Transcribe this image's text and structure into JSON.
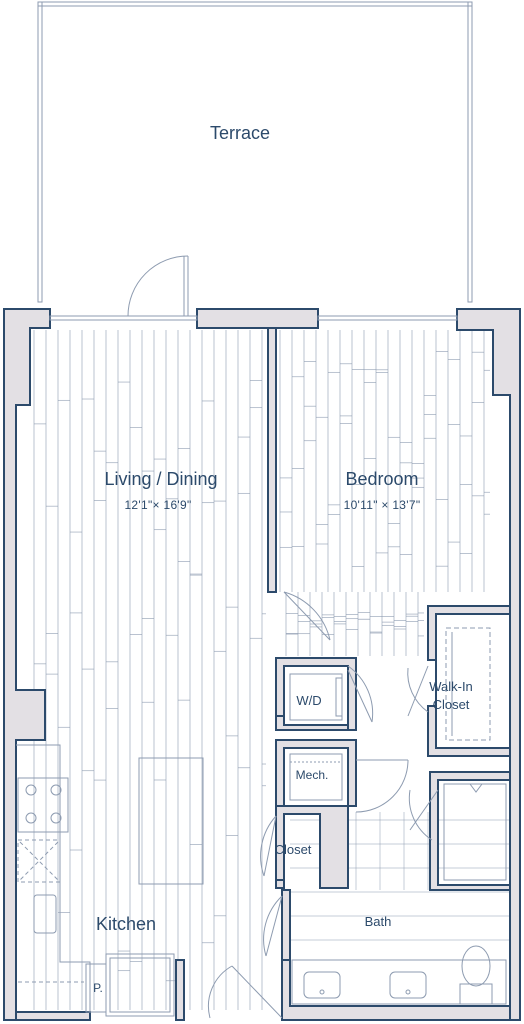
{
  "rooms": {
    "terrace": {
      "name": "Terrace"
    },
    "living": {
      "name": "Living / Dining",
      "dims": "12'1\"× 16'9\""
    },
    "bedroom": {
      "name": "Bedroom",
      "dims": "10'11\" × 13'7\""
    },
    "wd": {
      "name": "W/D"
    },
    "walkin_line1": {
      "name": "Walk-In"
    },
    "walkin_line2": {
      "name": "Closet"
    },
    "mech": {
      "name": "Mech."
    },
    "closet": {
      "name": "Closet"
    },
    "bath": {
      "name": "Bath"
    },
    "kitchen": {
      "name": "Kitchen"
    },
    "pantry": {
      "name": "P."
    }
  },
  "colors": {
    "wall_fill": "#e3e0e4",
    "wall_stroke": "#2c4a6b",
    "line": "#8d9bb0",
    "text": "#2c4a6b"
  }
}
